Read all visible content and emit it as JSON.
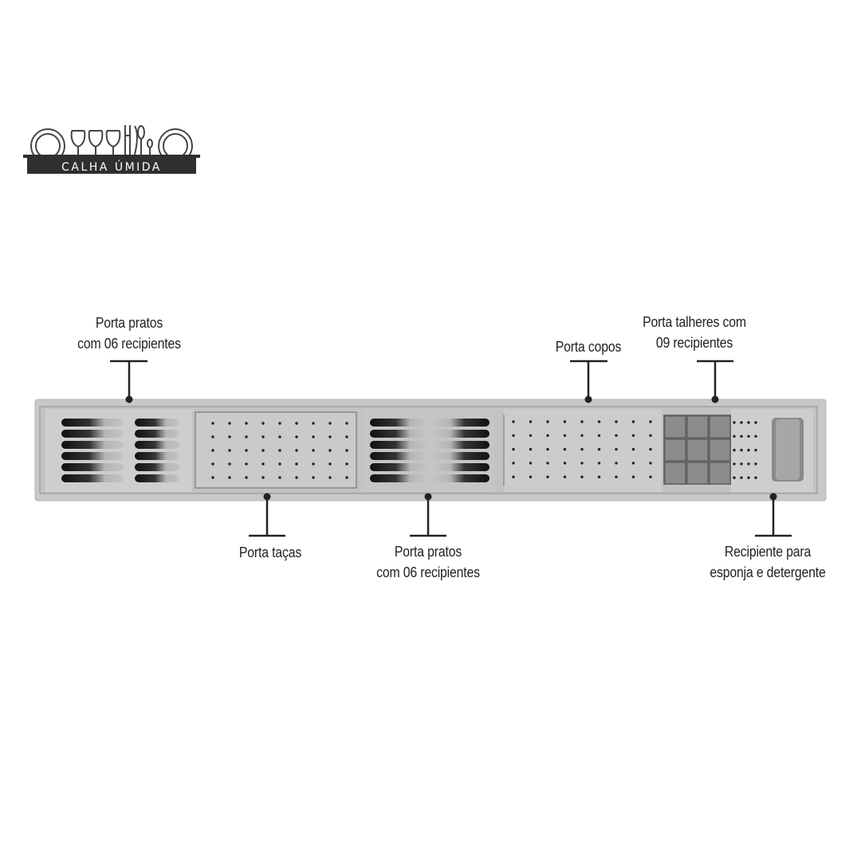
{
  "logo": {
    "text": "CALHA ÚMIDA"
  },
  "callouts": {
    "top": [
      {
        "line1": "Porta pratos",
        "line2": "com 06 recipientes"
      },
      {
        "line1": "Porta copos",
        "line2": ""
      },
      {
        "line1": "Porta talheres com",
        "line2": "09 recipientes"
      }
    ],
    "bottom": [
      {
        "line1": "Porta taças",
        "line2": ""
      },
      {
        "line1": "Porta pratos",
        "line2": "com 06 recipientes"
      },
      {
        "line1": "Recipiente para",
        "line2": "esponja e detergente"
      }
    ]
  },
  "colors": {
    "tray": "#c9c8c8",
    "tray_border": "#a9a8a8",
    "callout": "#222222",
    "logo_bar": "#2d2f31"
  }
}
